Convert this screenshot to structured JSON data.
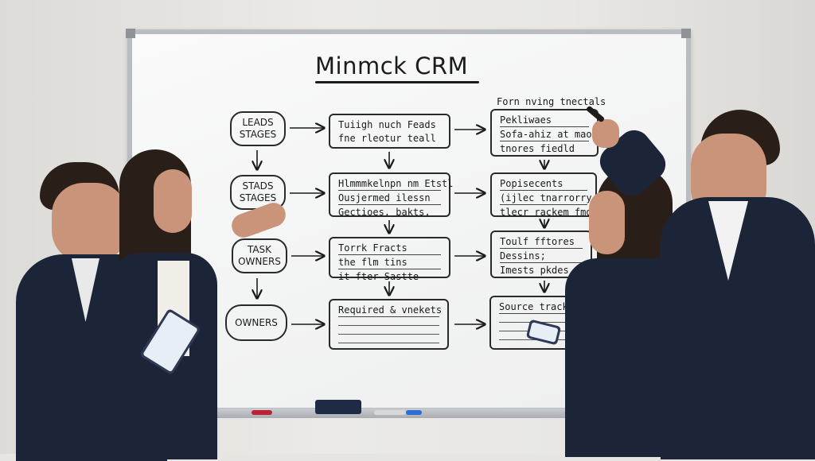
{
  "board": {
    "title": "Minmck CRM",
    "left_column": [
      {
        "label": "LEADS\nSTAGES"
      },
      {
        "label": "STADS\nSTAGES"
      },
      {
        "label": "TASK\nOWNERS"
      },
      {
        "label": "OWNERS"
      }
    ],
    "middle_column": [
      {
        "lines": [
          "Tuiigh nuch Feads",
          "fne rleotur teall"
        ]
      },
      {
        "lines": [
          "Hlmmmkelnpn nm Etstl",
          "Ousjermed ilessn",
          "Gectioes, bakts,"
        ]
      },
      {
        "lines": [
          "Torrk Fracts",
          "the flm tins",
          "it fter Sastte"
        ]
      },
      {
        "lines": [
          "Required & vnekets"
        ]
      }
    ],
    "right_column": [
      {
        "heading": "Forn nving tnectals",
        "lines": [
          "Pekliwaes",
          "Sofa-ahiz at maouid",
          "tnores fiedld"
        ]
      },
      {
        "lines": [
          "Popisecents",
          "(ijlec tnarrorry toit-",
          "tlecr rackem fmds"
        ]
      },
      {
        "lines": [
          "Toulf fftores",
          "Dessins;",
          "Imests pkdes"
        ]
      },
      {
        "lines": [
          "Source trackled"
        ]
      }
    ]
  },
  "colors": {
    "board_surface": "#f4f4f4",
    "frame": "#b9bcc0",
    "ink": "#1b1b1b",
    "suit": "#1c2538",
    "eraser": "#1f2a44"
  }
}
